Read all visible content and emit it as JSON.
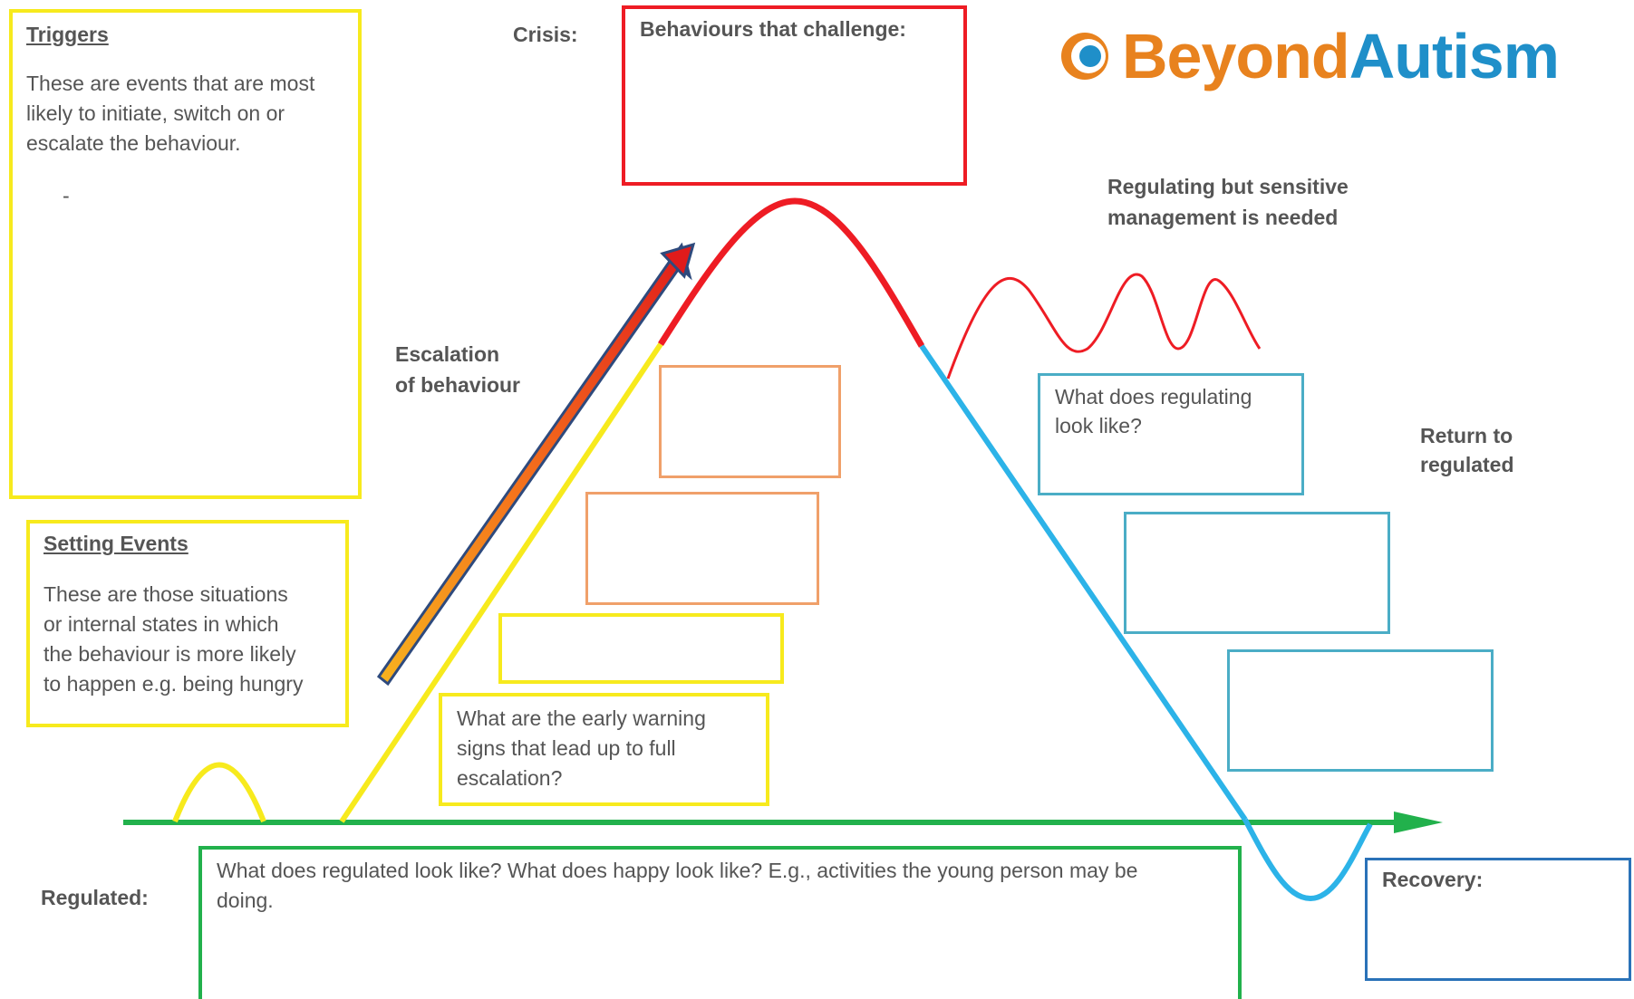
{
  "colors": {
    "trigger_yellow": "#F7EA1D",
    "crisis_red": "#EE1C24",
    "warning_orange": "#F0A06A",
    "regulating_blue": "#4BADC6",
    "recovery_blue": "#2A72B8",
    "regulated_green": "#22B14C",
    "logo_orange": "#E8821E",
    "logo_blue": "#1F8FC9"
  },
  "logo": {
    "icon": "beyond-autism-logo-icon",
    "word1": "Beyond",
    "word2": "Autism"
  },
  "triggers": {
    "heading": "Triggers",
    "line1": "These are events that are most",
    "line2": "likely to initiate, switch on or",
    "line3": "escalate the behaviour.",
    "bullet": "-"
  },
  "setting_events": {
    "heading": "Setting Events",
    "line1": "These are those situations",
    "line2": "or internal states in which",
    "line3": "the behaviour is more likely",
    "line4": "to happen e.g. being hungry"
  },
  "crisis": {
    "label": "Crisis:",
    "box_text": "Behaviours that challenge:"
  },
  "escalation": {
    "line1": "Escalation",
    "line2": "of behaviour"
  },
  "early_warning": {
    "line1": "What are the early warning",
    "line2": "signs that lead up to full",
    "line3": "escalation?"
  },
  "regulating_sensitive": {
    "line1": "Regulating but sensitive",
    "line2": "management is needed"
  },
  "regulating_box": {
    "line1": "What does regulating",
    "line2": "look like?"
  },
  "return_regulated": {
    "line1": "Return to",
    "line2": "regulated"
  },
  "regulated": {
    "label": "Regulated:",
    "line1": "What does regulated look like? What does happy look like? E.g., activities the young person may be",
    "line2": "doing."
  },
  "recovery": {
    "label": "Recovery:"
  }
}
